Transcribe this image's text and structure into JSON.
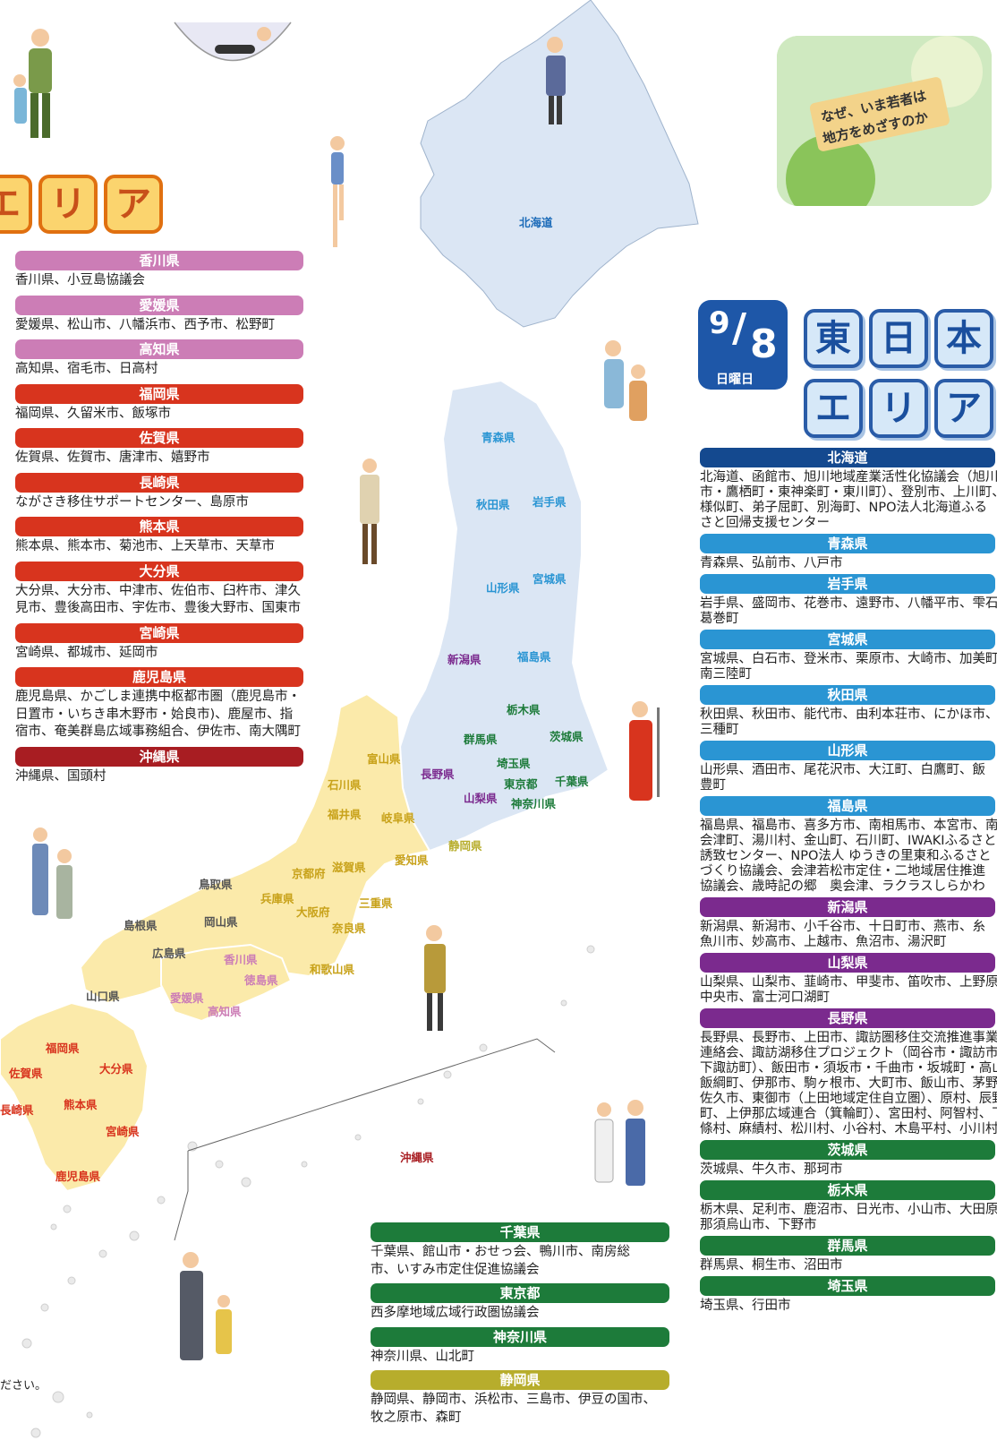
{
  "west": {
    "area_chars": [
      "エ",
      "リ",
      "ア"
    ],
    "entries": [
      {
        "title": "香川県",
        "color": "#cc7db6",
        "body": [
          "香川県、小豆島協議会"
        ]
      },
      {
        "title": "愛媛県",
        "color": "#cc7db6",
        "body": [
          "愛媛県、松山市、八幡浜市、西予市、松野町"
        ]
      },
      {
        "title": "高知県",
        "color": "#cc7db6",
        "body": [
          "高知県、宿毛市、日高村"
        ]
      },
      {
        "title": "福岡県",
        "color": "#d8341e",
        "body": [
          "福岡県、久留米市、飯塚市"
        ]
      },
      {
        "title": "佐賀県",
        "color": "#d8341e",
        "body": [
          "佐賀県、佐賀市、唐津市、嬉野市"
        ]
      },
      {
        "title": "長崎県",
        "color": "#d8341e",
        "body": [
          "ながさき移住サポートセンター、島原市"
        ]
      },
      {
        "title": "熊本県",
        "color": "#d8341e",
        "body": [
          "熊本県、熊本市、菊池市、上天草市、天草市"
        ]
      },
      {
        "title": "大分県",
        "color": "#d8341e",
        "body": [
          "大分県、大分市、中津市、佐伯市、臼杵市、津久",
          "見市、豊後高田市、宇佐市、豊後大野市、国東市"
        ]
      },
      {
        "title": "宮崎県",
        "color": "#d8341e",
        "body": [
          "宮崎県、都城市、延岡市"
        ]
      },
      {
        "title": "鹿児島県",
        "color": "#d8341e",
        "body": [
          "鹿児島県、かごしま連携中枢都市圏（鹿児島市・",
          "日置市・いちき串木野市・姶良市)、鹿屋市、指",
          "宿市、奄美群島広域事務組合、伊佐市、南大隅町"
        ]
      },
      {
        "title": "沖縄県",
        "color": "#a81d22",
        "body": [
          "沖縄県、国頭村"
        ]
      }
    ],
    "footer_note": "ださい。"
  },
  "map": {
    "labels_east": [
      "北海道",
      "青森県",
      "秋田県",
      "岩手県",
      "山形県",
      "宮城県",
      "新潟県",
      "福島県",
      "栃木県",
      "群馬県",
      "茨城県",
      "長野県",
      "埼玉県",
      "東京都",
      "千葉県",
      "山梨県",
      "神奈川県",
      "静岡県"
    ],
    "labels_west": [
      "富山県",
      "石川県",
      "福井県",
      "岐阜県",
      "愛知県",
      "京都府",
      "滋賀県",
      "三重県",
      "鳥取県",
      "兵庫県",
      "大阪府",
      "島根県",
      "岡山県",
      "奈良県",
      "広島県",
      "香川県",
      "徳島県",
      "和歌山県",
      "山口県",
      "愛媛県",
      "高知県",
      "福岡県",
      "大分県",
      "佐賀県",
      "熊本県",
      "長崎県",
      "宮崎県",
      "鹿児島県",
      "沖縄県"
    ],
    "colors": {
      "east_fill": "#dbe6f4",
      "west_fill": "#fbeaaa",
      "stroke": "#ffffff"
    }
  },
  "sign_text": [
    "なぜ、いま若者は",
    "地方をめざすのか"
  ],
  "east": {
    "date_month": "9",
    "date_day": "8",
    "date_weekday": "日曜日",
    "title_chars": [
      "東",
      "日",
      "本"
    ],
    "area_chars": [
      "エ",
      "リ",
      "ア"
    ],
    "entries": [
      {
        "title": "北海道",
        "color": "#14498f",
        "body": [
          "北海道、函館市、旭川地域産業活性化協議会（旭川",
          "市・鷹栖町・東神楽町・東川町）、登別市、上川町、",
          "様似町、弟子屈町、別海町、NPO法人北海道ふる",
          "さと回帰支援センター"
        ]
      },
      {
        "title": "青森県",
        "color": "#2a95d3",
        "body": [
          "青森県、弘前市、八戸市"
        ]
      },
      {
        "title": "岩手県",
        "color": "#2a95d3",
        "body": [
          "岩手県、盛岡市、花巻市、遠野市、八幡平市、雫石町、",
          "葛巻町"
        ]
      },
      {
        "title": "宮城県",
        "color": "#2a95d3",
        "body": [
          "宮城県、白石市、登米市、栗原市、大崎市、加美町、",
          "南三陸町"
        ]
      },
      {
        "title": "秋田県",
        "color": "#2a95d3",
        "body": [
          "秋田県、秋田市、能代市、由利本荘市、にかほ市、",
          "三種町"
        ]
      },
      {
        "title": "山形県",
        "color": "#2a95d3",
        "body": [
          "山形県、酒田市、尾花沢市、大江町、白鷹町、飯",
          "豊町"
        ]
      },
      {
        "title": "福島県",
        "color": "#2a95d3",
        "body": [
          "福島県、福島市、喜多方市、南相馬市、本宮市、南",
          "会津町、湯川村、金山町、石川町、IWAKIふるさと",
          "誘致センター、NPO法人 ゆうきの里東和ふるさと",
          "づくり協議会、会津若松市定住・二地域居住推進",
          "協議会、歳時記の郷　奥会津、ラクラスしらかわ"
        ]
      },
      {
        "title": "新潟県",
        "color": "#7b2a8e",
        "body": [
          "新潟県、新潟市、小千谷市、十日町市、燕市、糸",
          "魚川市、妙高市、上越市、魚沼市、湯沢町"
        ]
      },
      {
        "title": "山梨県",
        "color": "#7b2a8e",
        "body": [
          "山梨県、山梨市、韮崎市、甲斐市、笛吹市、上野原市、",
          "中央市、富士河口湖町"
        ]
      },
      {
        "title": "長野県",
        "color": "#7b2a8e",
        "body": [
          "長野県、長野市、上田市、諏訪圏移住交流推進事業",
          "連絡会、諏訪湖移住プロジェクト（岡谷市・諏訪市・",
          "下諏訪町）、飯田市・須坂市・千曲市・坂城町・高山村・",
          "飯綱町、伊那市、駒ヶ根市、大町市、飯山市、茅野市、",
          "佐久市、東御市（上田地域定住自立圏）、原村、辰野",
          "町、上伊那広域連合（箕輪町）、宮田村、阿智村、下",
          "條村、麻績村、松川村、小谷村、木島平村、小川村"
        ]
      },
      {
        "title": "茨城県",
        "color": "#1d7b3a",
        "body": [
          "茨城県、牛久市、那珂市"
        ]
      },
      {
        "title": "栃木県",
        "color": "#1d7b3a",
        "body": [
          "栃木県、足利市、鹿沼市、日光市、小山市、大田原市、",
          "那須烏山市、下野市"
        ]
      },
      {
        "title": "群馬県",
        "color": "#1d7b3a",
        "body": [
          "群馬県、桐生市、沼田市"
        ]
      },
      {
        "title": "埼玉県",
        "color": "#1d7b3a",
        "body": [
          "埼玉県、行田市"
        ]
      }
    ]
  },
  "middle": {
    "entries": [
      {
        "title": "千葉県",
        "color": "#1d7b3a",
        "body": [
          "千葉県、館山市・おせっ会、鴨川市、南房総",
          "市、いすみ市定住促進協議会"
        ]
      },
      {
        "title": "東京都",
        "color": "#1d7b3a",
        "body": [
          "西多摩地域広域行政圏協議会"
        ]
      },
      {
        "title": "神奈川県",
        "color": "#1d7b3a",
        "body": [
          "神奈川県、山北町"
        ]
      },
      {
        "title": "静岡県",
        "color": "#b7ad2c",
        "body": [
          "静岡県、静岡市、浜松市、三島市、伊豆の国市、",
          "牧之原市、森町"
        ]
      }
    ]
  }
}
